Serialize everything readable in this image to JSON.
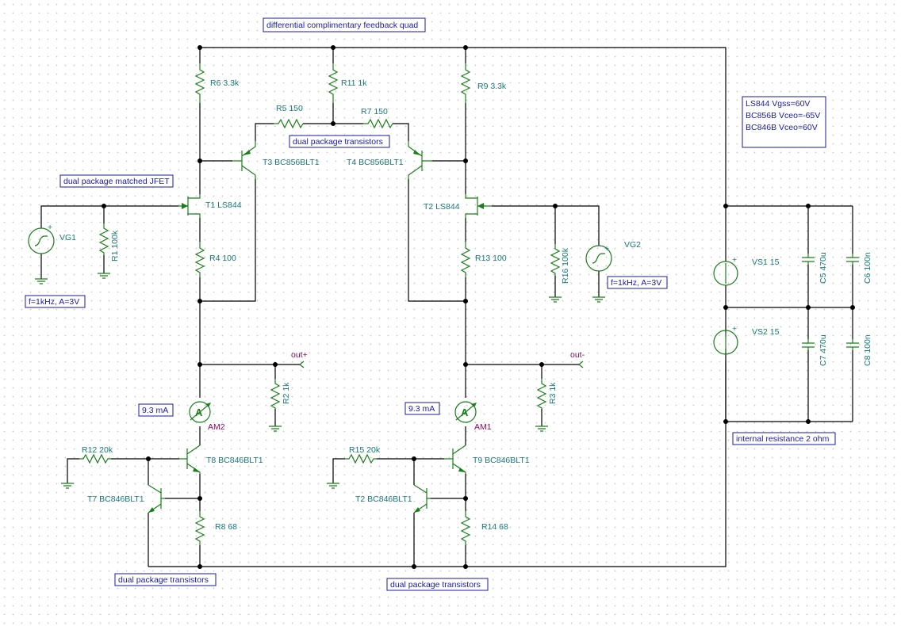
{
  "notes": {
    "title": "differential complimentary feedback quad",
    "jfet_note": "dual package matched JFET",
    "dual_top": "dual package transistors",
    "dual_bottom_left": "dual package transistors",
    "dual_bottom_mid": "dual package transistors",
    "vg1_params": "f=1kHz, A=3V",
    "vg2_params": "f=1kHz, A=3V",
    "am2_reading": "9.3 mA",
    "am1_reading": "9.3 mA",
    "internal_resistance": "internal resistance 2 ohm",
    "specs": [
      "LS844 Vgss=60V",
      "BC856B Vceo=-65V",
      "BC846B Vceo=60V"
    ]
  },
  "labels": {
    "R6": "R6 3.3k",
    "R11": "R11 1k",
    "R9": "R9 3.3k",
    "R5": "R5 150",
    "R7": "R7 150",
    "T3": "T3 BC856BLT1",
    "T4": "T4 BC856BLT1",
    "T1": "T1 LS844",
    "T2": "T2 LS844",
    "R1": "R1 100k",
    "R16": "R16 100k",
    "VG1": "VG1",
    "VG2": "VG2",
    "R4": "R4 100",
    "R13": "R13 100",
    "out_plus": "out+",
    "out_minus": "out-",
    "R2": "R2 1k",
    "R3": "R3 1k",
    "AM2": "AM2",
    "AM1": "AM1",
    "R12": "R12 20k",
    "R15": "R15 20k",
    "T8": "T8 BC846BLT1",
    "T9": "T9 BC846BLT1",
    "T7": "T7 BC846BLT1",
    "T2b": "T2 BC846BLT1",
    "R8": "R8 68",
    "R14": "R14 68",
    "VS1": "VS1 15",
    "VS2": "VS2 15",
    "C5": "C5 470u",
    "C6": "C6 100n",
    "C7": "C7 470u",
    "C8": "C8 100n",
    "meter_symbol": "A",
    "plus": "+"
  },
  "colors": {
    "wire": "#000000",
    "component": "#1a7f1a",
    "label": "#167a7a",
    "note": "#1a1aa8",
    "probe": "#8a0a5a"
  }
}
